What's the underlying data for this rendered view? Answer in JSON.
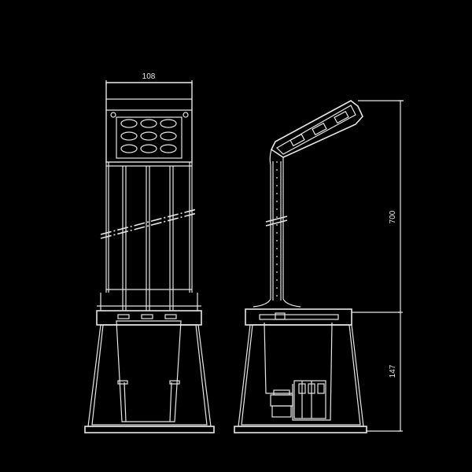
{
  "drawing": {
    "type": "technical-drawing",
    "background": "#000000",
    "line_color": "#e6e6e6",
    "views": [
      {
        "name": "front-view",
        "description": "Bollard light front elevation with 3x3 LED array head and tapered base box"
      },
      {
        "name": "side-view",
        "description": "Bollard light side elevation with angled luminaire head, pole and base box with gland and terminal block"
      }
    ]
  },
  "dimensions": {
    "width": "108",
    "pole_height": "700",
    "base_height": "147"
  }
}
